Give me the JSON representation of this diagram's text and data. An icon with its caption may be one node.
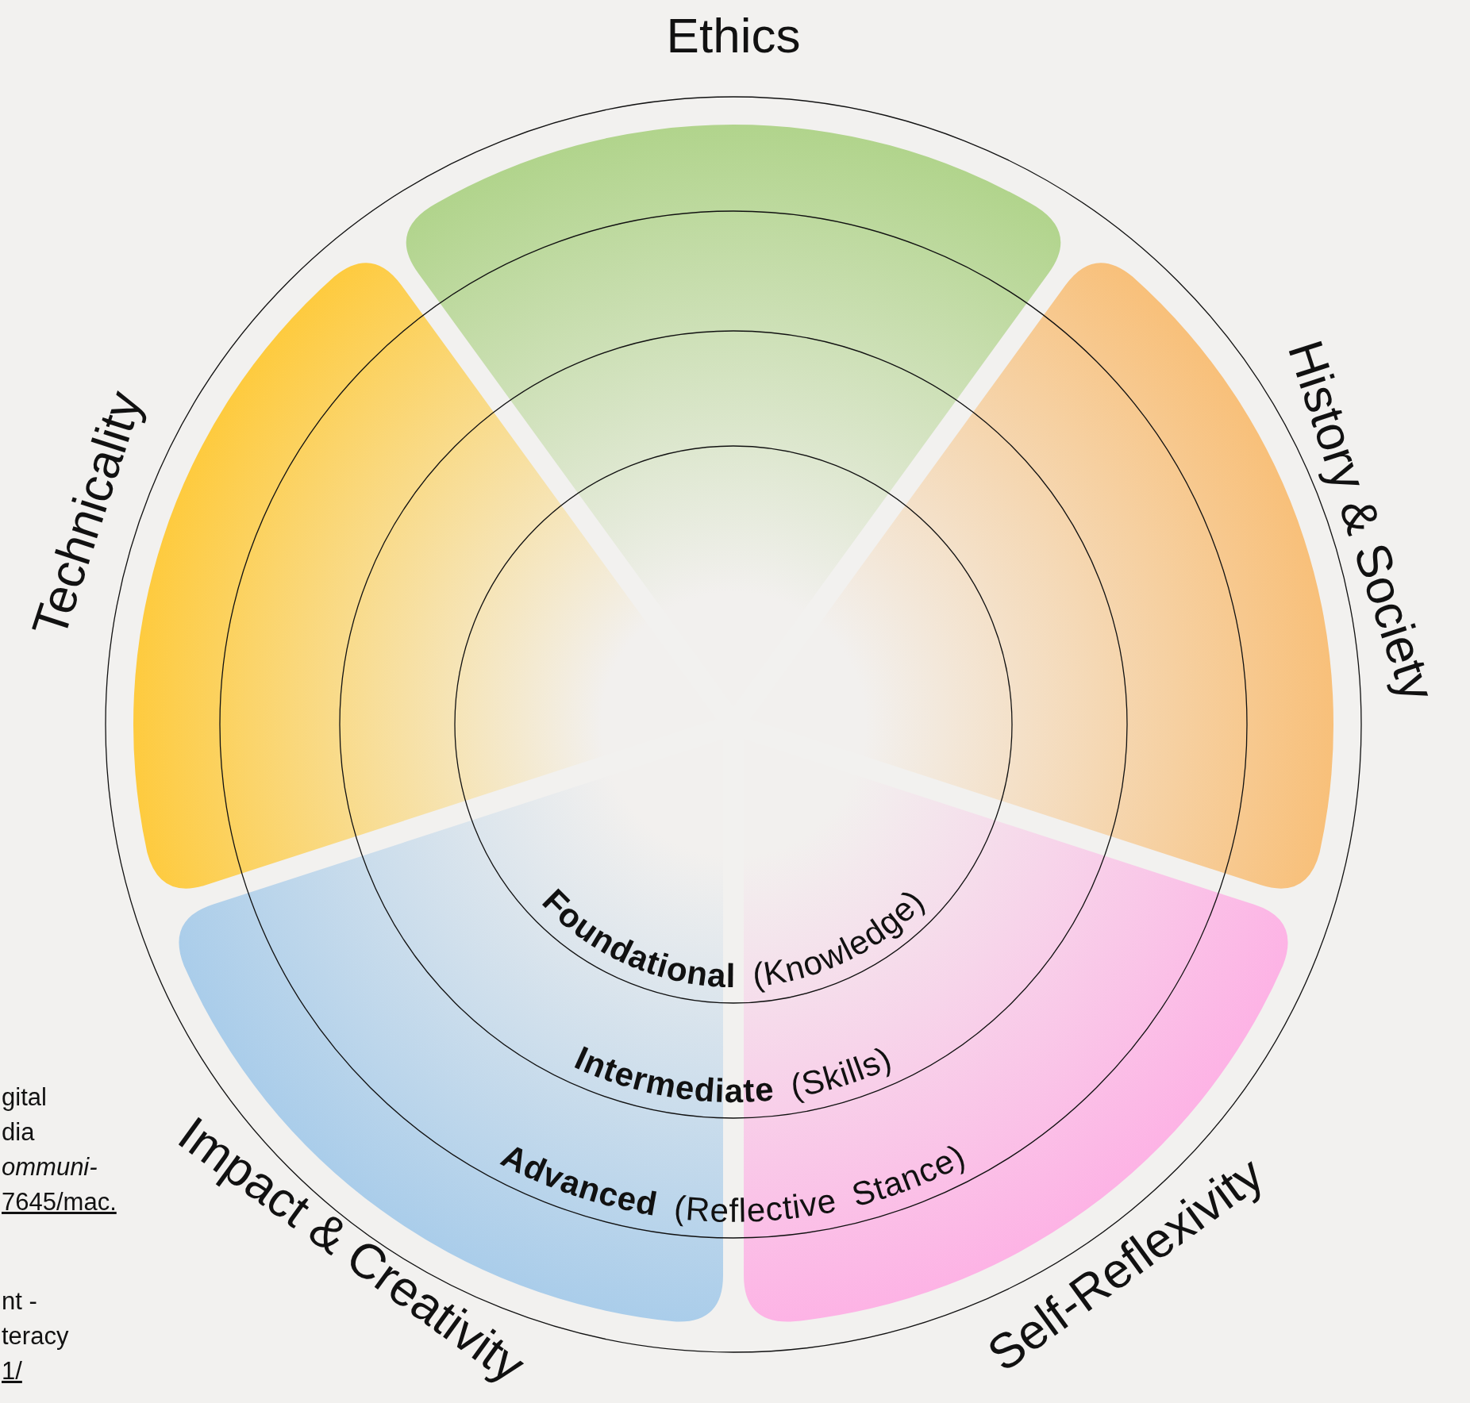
{
  "diagram": {
    "nodes": [
      {
        "text": [
          "Ethics"
        ]
      },
      {
        "text": [
          "History & Society"
        ]
      },
      {
        "text": [
          "Self-Reflexivity"
        ]
      },
      {
        "text": [
          "Impact & Creativity"
        ]
      },
      {
        "text": [
          "Technicality"
        ]
      }
    ],
    "labels": [
      "**Foundational** (Knowledge)",
      "**Intermediate** (Skills)",
      "**Advanced** (Reflective Stance)",
      "gital",
      "dia",
      "ommuni-",
      "7645/mac.",
      "nt -",
      "teracy",
      "1/"
    ]
  }
}
